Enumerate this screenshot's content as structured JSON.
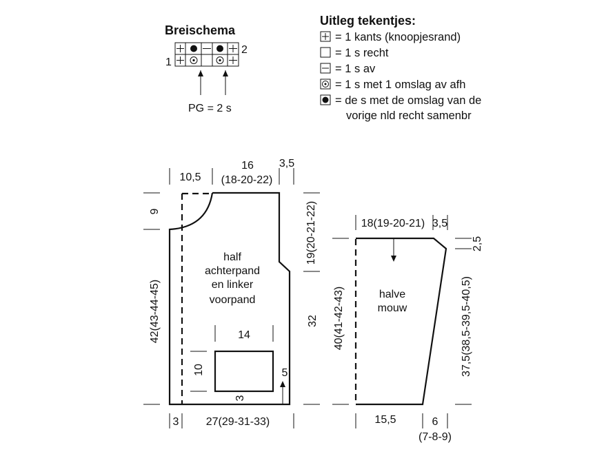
{
  "chart": {
    "title": "Breischema",
    "row_label_right": "2",
    "row_label_left": "1",
    "pg_label": "PG = 2 s"
  },
  "legend": {
    "title": "Uitleg tekentjes:",
    "items": [
      {
        "symbol": "plus-box",
        "text": "= 1 kants (knoopjesrand)"
      },
      {
        "symbol": "empty-box",
        "text": "= 1 s recht"
      },
      {
        "symbol": "minus-box",
        "text": "= 1 s av"
      },
      {
        "symbol": "ring-dot-box",
        "text": "= 1 s met 1 omslag av afh"
      },
      {
        "symbol": "filled-dot-box",
        "text": "= de s met de omslag van de",
        "text2": "vorige nld recht samenbr"
      }
    ]
  },
  "body_piece": {
    "label_lines": [
      "half",
      "achterpand",
      "en linker",
      "voorpand"
    ],
    "dims": {
      "top_left": "10,5",
      "top_mid_1": "16",
      "top_mid_2": "(18-20-22)",
      "top_right": "3,5",
      "left_upper": "9",
      "left_main": "42(43-44-45)",
      "right_upper": "19(20-21-22)",
      "right_lower": "32",
      "bottom_left": "3",
      "bottom_main": "27(29-31-33)",
      "pocket_width": "14",
      "pocket_height": "10",
      "pocket_offset": "3",
      "pocket_arrow": "5"
    }
  },
  "sleeve_piece": {
    "label_lines": [
      "halve",
      "mouw"
    ],
    "dims": {
      "top_main": "18(19-20-21)",
      "top_right": "3,5",
      "right_top": "2,5",
      "right_main": "37,5(38,5-39,5-40,5)",
      "left_main": "40(41-42-43)",
      "bottom_left": "15,5",
      "bottom_right_1": "6",
      "bottom_right_2": "(7-8-9)"
    }
  }
}
